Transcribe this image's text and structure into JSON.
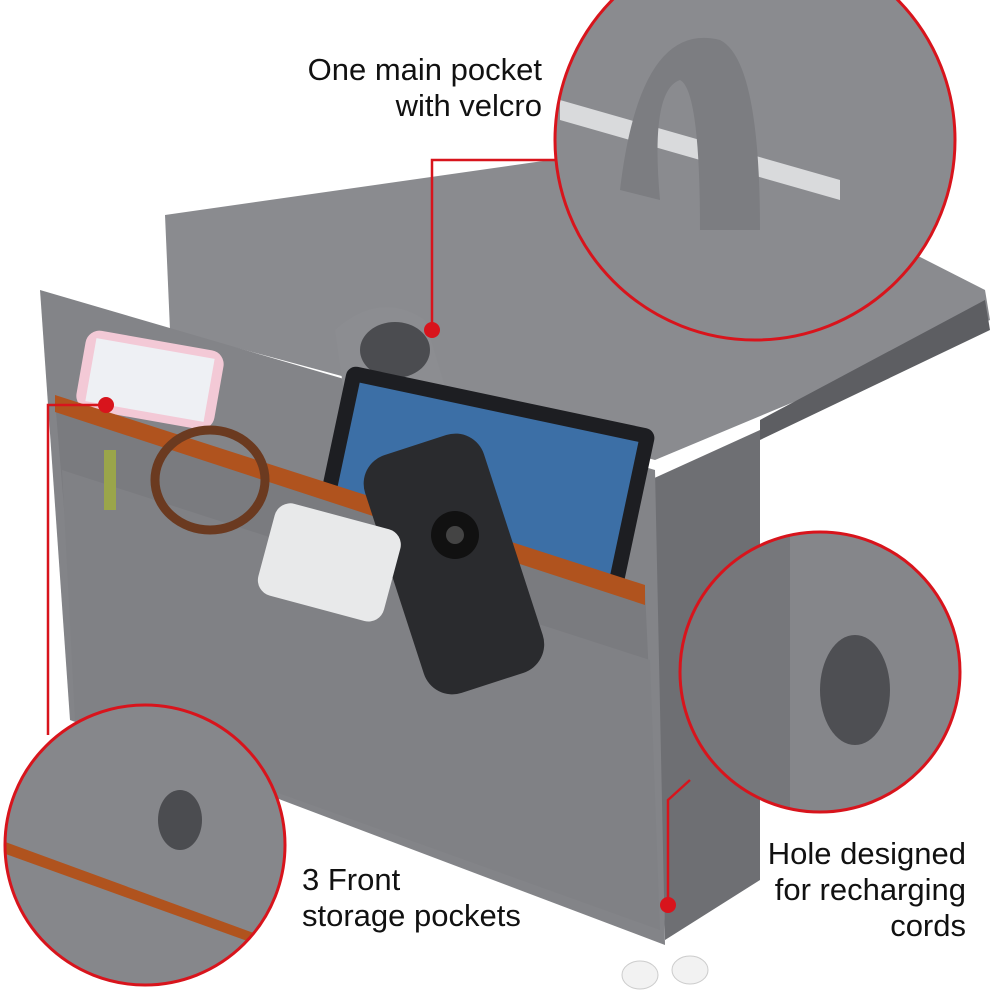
{
  "callouts": {
    "main_pocket": {
      "line1": "One main pocket",
      "line2": "with velcro"
    },
    "front_pockets": {
      "line1": "3 Front",
      "line2": "storage pockets"
    },
    "hole": {
      "line1": "Hole designed",
      "line2": "for recharging",
      "line3": "cords"
    }
  },
  "colors": {
    "felt": "#808184",
    "felt_dark": "#6b6c70",
    "accent": "#d8141c",
    "trim": "#b0531e"
  }
}
